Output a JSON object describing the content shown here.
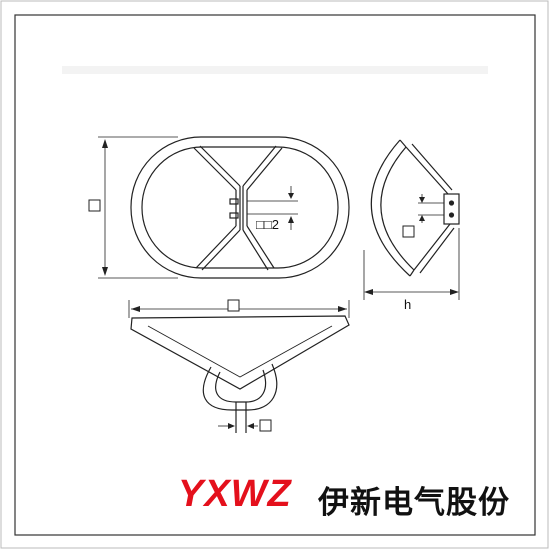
{
  "labels": {
    "height_dim": "□",
    "gap_dim": "□□2",
    "width_dim": "□",
    "terminal_dim": "□",
    "side_terminal_dim": "□",
    "side_h": "h"
  },
  "brand": {
    "latin": "YXWZ",
    "chinese": "伊新电气股份",
    "color": "#e4101c"
  }
}
